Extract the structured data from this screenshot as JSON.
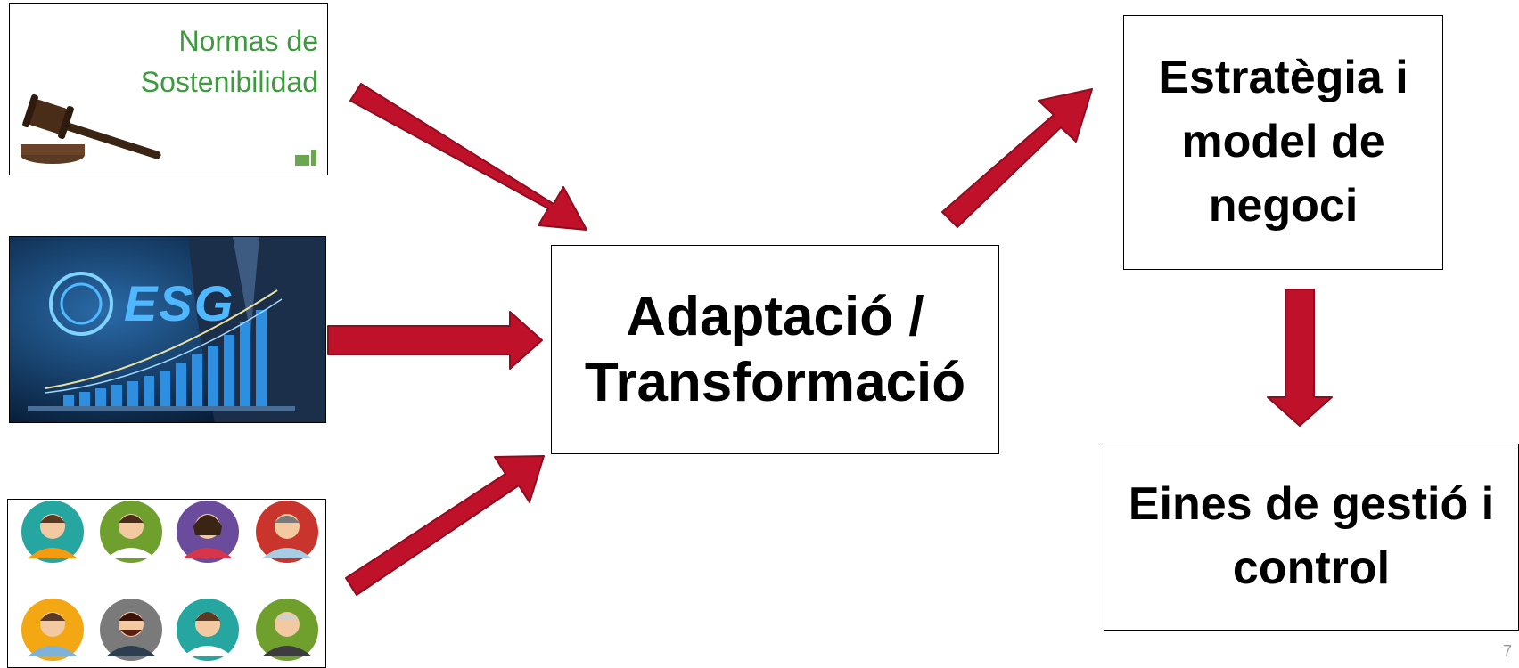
{
  "center_box": {
    "line1": "Adaptació /",
    "line2": "Transformació"
  },
  "strategy_box": {
    "line1": "Estratègia i",
    "line2": "model de",
    "line3": "negoci"
  },
  "tools_box": {
    "line1": "Eines de gestió i",
    "line2": "control"
  },
  "image_sostenibilidad": {
    "line1": "Normas de",
    "line2": "Sostenibilidad"
  },
  "image_esg": {
    "text": "ESG"
  },
  "page_number": "7",
  "colors": {
    "arrow": "#c0112b",
    "arrow_stroke": "#8e0c1f",
    "normas_text": "#3e9a3e",
    "esg_bg": "#0c2a4d"
  }
}
